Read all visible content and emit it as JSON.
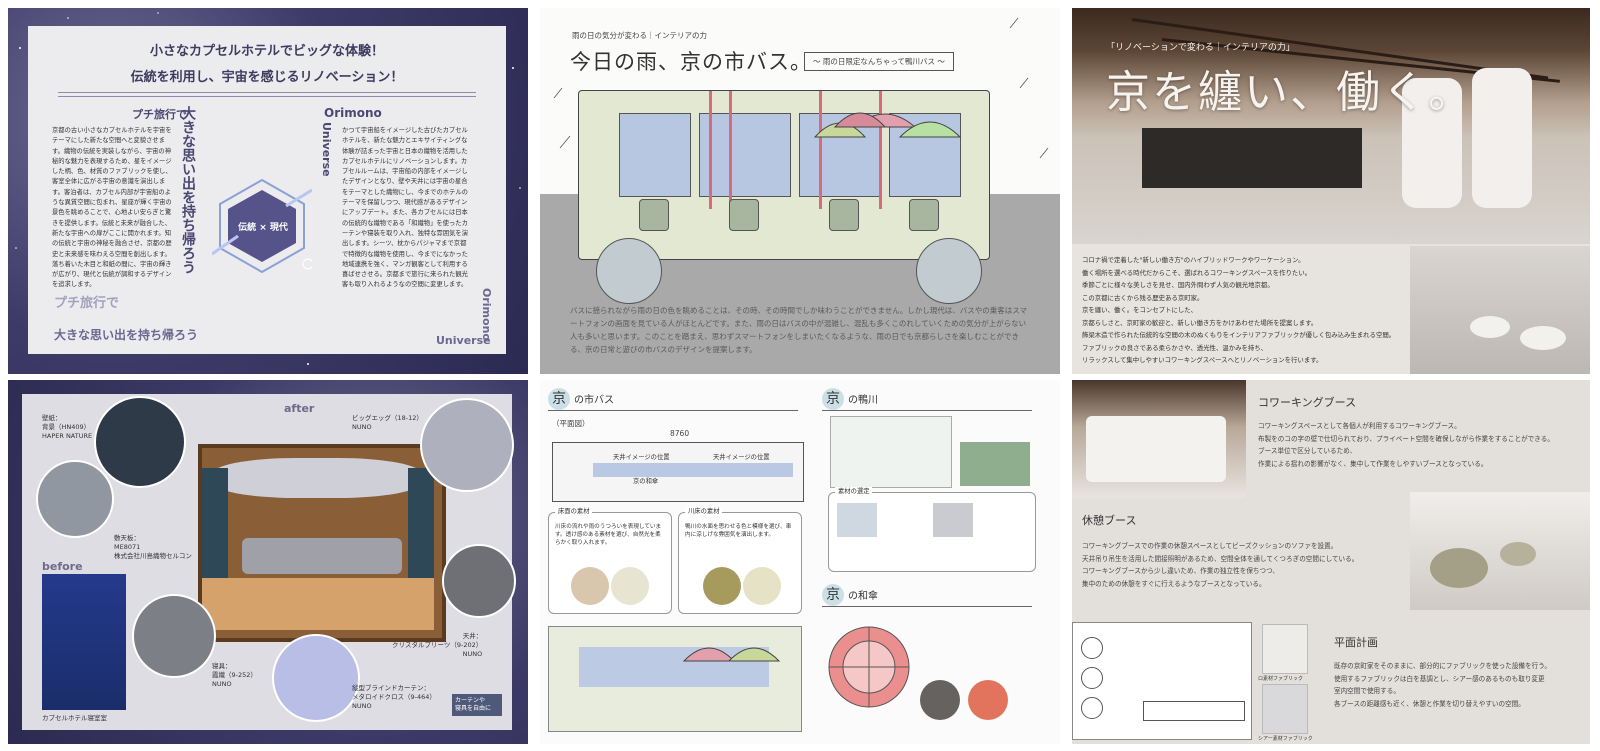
{
  "panel1": {
    "headline1": "小さなカプセルホテルでビッグな体験！",
    "headline2": "伝統を利用し、宇宙を感じるリノベーション！",
    "left_title": "プチ旅行で",
    "left_title2": "大きな思い出を持ち帰ろう",
    "right_title": "Orimono",
    "right_title2": "Universe",
    "left_body": "京都の古い小さなカプセルホテルを宇宙をテーマにした新たな空間へと変貌させます。織物の伝統を実装しながら、宇宙の神秘的な魅力を表現するため、星をイメージした柄、色、材質のファブリックを使し、客室全体に広がる宇宙の意識を演出します。客泊者は、カプセル内部が宇宙船のような異質空間に包まれ、星座が輝く宇宙の景色を眺めることで、心地よい安らぎと驚きを提供します。伝統と未来が融合した、新たな宇宙への扉がここに開かれます。知の伝統と宇宙の神秘を融合させ、京都の歴史と未来感を味わえる空間を創出します。落ち着いた木目と和紙の間に、宇宙の輝きが広がり、現代と伝統が調和するデザインを追求します。",
    "right_body": "かつて宇宙船をイメージした古びたカプセルホテルを、新たな魅力とエキサイティングな体験が詰まった宇宙と日本の織物を活用したカプセルホテルにリノベーションします。カプセルルームは、宇宙船の内部をイメージしたデザインとなり、壁や天井には宇宙の星合をテーマとした織物にし、今までのホテルのテーマを保留しつつ、現代感があるデザインにアップデート。また、各カプセルには日本の伝統的な織物である「和織物」を使ったカーテンや寝装を取り入れ、独特な雰囲気を演出します。シーツ、枕からパジャマまで京都で特徴的な織物を使用し、今までになかった地域連携を強く、マンガ観客として利用する喜ばせさせる。京都まで旅行に来られた観光客も取り入れるようなの空間に変更します。",
    "hex_label": "伝統 × 現代",
    "footer_left1": "プチ旅行で",
    "footer_left2": "大きな思い出を持ち帰ろう",
    "footer_right1": "Orimono",
    "footer_right2": "Universe"
  },
  "panel2": {
    "kicker": "雨の日の気分が変わる｜インテリアの力",
    "title": "今日の雨、京の市バス。",
    "tag": "～ 雨の日限定なんちゃって鴨川バス ～",
    "paragraph": "バスに揺られながら雨の日の色を眺めることは、その時、その時間でしか味わうことができません。しかし現代は、バスやの乗客はスマートフォンの画面を見ている人がほとんどです。また、雨の日はバスの中が混雑し、混乱も多くこのれしていくための気分が上がらない人も多いと思います。このことを踏まえ、思わずスマートフォンをしまいたくなるような、雨の日でも京都らしさを楽しむことができる、京の日常と遊びの市バスのデザインを提案します。"
  },
  "panel3": {
    "kicker": "「リノベーションで変わる｜インテリアの力」",
    "title": "京を纏い、働く。",
    "lines": [
      "コロナ禍で定着した\"新しい働き方\"のハイブリッドワークやワーケーション。",
      "働く場所を選べる時代だからこそ、選ばれるコワーキングスペースを作りたい。",
      "季節ごとに様々な美しさを見せ、国内外問わず人気の観光地京都。",
      "この京都に古くから残る歴史ある京町家。",
      "京を纏い、働く。をコンセプトにした、",
      "京都らしさと、京町家の歓迎と、新しい働き方をかけあわせた場所を提案します。",
      "飾梁木造で作られた伝統的な空間の木のぬくもりをインテリアファブリックが優しく包み込み生まれる空間。",
      "ファブリックの良さである柔らかさや、透光性、温かみを持ち、",
      "リラックスして集中しやすいコワーキングスペースへとリノベーションを行います。"
    ]
  },
  "panel4": {
    "after": "after",
    "before": "before",
    "labels": {
      "wall": "壁紙：\n背景（HN409）\nHAPER NATURE",
      "bigegg": "ビッグエッグ（18-12）\nNUNO",
      "ceiling": "天井：\nクリスタルプリーツ（9-202）\nNUNO",
      "bed": "敷天板：\nME8071\n株式会社川島織物セルコン",
      "floor": "寝具：\n霞織（9-252）\nNUNO",
      "blind": "縦型ブラインドカーテン：\nメタロイドクロス（9-464）\nNUNO",
      "caption": "カプセルホテル寝室室",
      "badge": "カーテンや\n寝具を自由に"
    }
  },
  "panel5": {
    "bus_title": "の市バス",
    "plan": "（平面図）",
    "dim": "8760",
    "lane1": "天井イメージの位置",
    "lane2": "天井イメージの位置",
    "lane3": "京の和傘",
    "fabric1": "床面の素材",
    "fabric2": "川床の素材",
    "river_title": "の鴨川",
    "material": "素材の選定",
    "umbrella_title": "の和傘",
    "kyo": "京",
    "box1_text": "川床の流れや雨のうつろいを表現しています。透け感のある素材を選び、自然光を柔らかく取り入れます。",
    "box2_text": "鴨川の水面を思わせる色と模様を選び、車内に涼しげな雰囲気を演出します。"
  },
  "panel6": {
    "booth_title": "コワーキングブース",
    "booth_text": [
      "コワーキングスペースとして各個人が利用するコワーキングブース。",
      "布製をのコの字の壁で仕切られており、プライベート空間を確保しながら作業をすることができる。",
      "ブース単位で区分しているため、",
      "作業による揺れの影響がなく、集中して作業をしやすいブースとなっている。"
    ],
    "rest_title": "休憩ブース",
    "rest_text": [
      "コワーキングブースでの作業の休憩スペースとしてビーズクッションのソファを設置。",
      "天井吊り吊生を活用した間接照明があるため、空間全体を通してくつろぎの空間にしている。",
      "コワーキングブースから少し違いため、作業の独立性を保ちつつ、",
      "集中のための休憩をすぐに行えるようなブースとなっている。"
    ],
    "plan_title": "平面計画",
    "plan_text": [
      "既存の京町家をそのままに、部分的にファブリックを使った設備を行う。",
      "使用するファブリックは白を基調とし、シアー感のあるものも取り変更",
      "室内空間で使用する。",
      "各ブースの距離感も近く、休憩と作業を切り替えやすいの空間。"
    ],
    "fab1": "ロ素材ファブリック",
    "fab2": "シアー素材ファブリック"
  },
  "colors": {
    "cosmic_dark": "#2c2a52",
    "accent_violet": "#4a4873",
    "bus_pole": "#d86a7c",
    "window_blue": "#b8c7e1"
  }
}
